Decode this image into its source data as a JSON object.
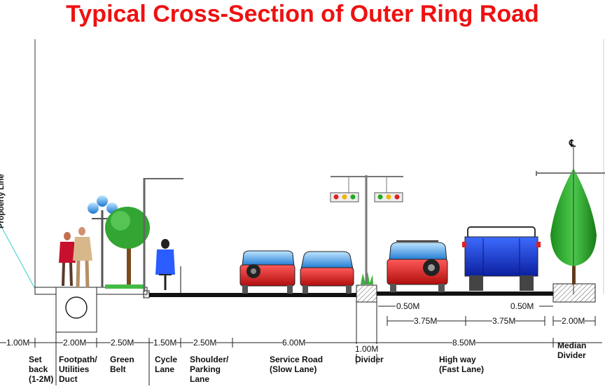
{
  "title": "Typical Cross-Section of Outer Ring Road",
  "property_line_label": "Propoerty Line",
  "centerline_label": "℄",
  "dimensions": {
    "setback": "1.00M",
    "footpath": "2.00M",
    "green_belt": "2.50M",
    "cycle_lane": "1.50M",
    "shoulder": "2.50M",
    "service_road": "6.00M",
    "divider": "1.00M",
    "highway": "8.50M",
    "median": "2.00M",
    "lane_left": "3.75M",
    "lane_right": "3.75M",
    "edge_left": "0.50M",
    "edge_right": "0.50M"
  },
  "labels": {
    "setback": [
      "Set",
      "back",
      "(1-2M)"
    ],
    "footpath": [
      "Footpath/",
      "Utilities",
      "Duct"
    ],
    "green_belt": [
      "Green",
      "Belt"
    ],
    "cycle_lane": [
      "Cycle",
      "Lane"
    ],
    "shoulder": [
      "Shoulder/",
      "Parking",
      "Lane"
    ],
    "service_road": [
      "Service Road",
      "(Slow Lane)"
    ],
    "divider": [
      "Divider"
    ],
    "highway": [
      "High way",
      "(Fast Lane)"
    ],
    "median": [
      "Median",
      "Divider"
    ]
  },
  "colors": {
    "title": "#ee1111",
    "car_red": "#dd1c1c",
    "truck_blue": "#1f3fd6",
    "tree_green": "#2aa52a",
    "road": "#111111"
  }
}
